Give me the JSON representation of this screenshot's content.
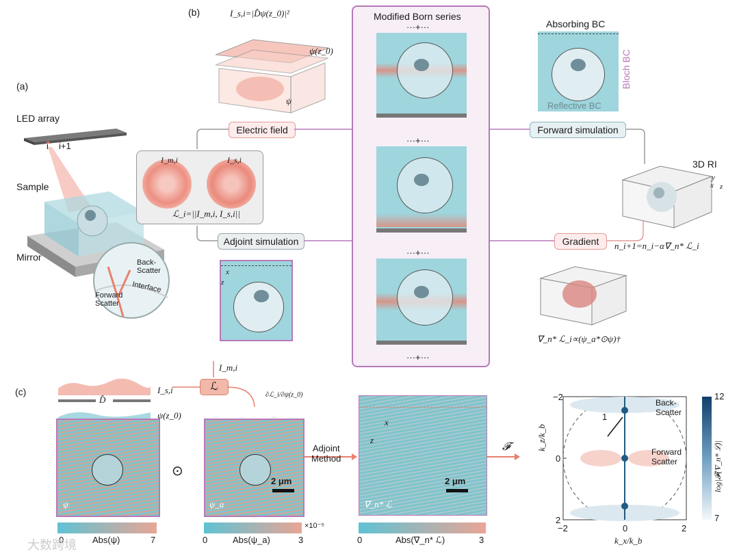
{
  "panel_labels": {
    "a": "(a)",
    "b": "(b)",
    "c": "(c)"
  },
  "panel_a": {
    "led_array": "LED array",
    "led_i": "i",
    "led_i1": "i+1",
    "sample": "Sample",
    "mirror": "Mirror",
    "back_scatter": "Back-\nScatter",
    "interface": "Interface",
    "forward_scatter": "Forward\nScatter"
  },
  "panel_b": {
    "intensity_eq": "I_s,i=|D̂ψ(z_0)|²",
    "psi_z0": "ψ(z_0)",
    "psi": "ψ",
    "electric_field": "Electric field",
    "I_m": "I_m,i",
    "I_s": "I_s,i",
    "loss_eq": "ℒ_i=||I_m,i, I_s,i||",
    "adjoint_simulation": "Adjoint simulation",
    "born_title": "Modified Born series",
    "dots": "···+···",
    "absorbing_bc": "Absorbing BC",
    "bloch_bc": "Bloch BC",
    "reflective_bc": "Reflective BC",
    "forward_simulation": "Forward simulation",
    "ri_3d": "3D RI",
    "gradient": "Gradient",
    "update_eq": "n_i+1=n_i−α∇_n* ℒ_i",
    "grad_eq": "∇_n* ℒ_i∝(ψ_a*⊙ψ)†",
    "axes_x": "x",
    "axes_z": "z",
    "axes_y": "y"
  },
  "panel_c": {
    "I_m": "I_m,i",
    "I_s": "I_s,i",
    "D_hat": "D̂",
    "psi_z0": "ψ(z_0)",
    "L": "ℒ",
    "dL_dpsi": "∂ℒ_i/∂ψ(z_0)",
    "odot": "⊙",
    "adjoint_method": "Adjoint\nMethod",
    "fourier": "𝓕",
    "axis_x": "x",
    "axis_z": "z",
    "scale1": "2 μm",
    "scale2": "2 μm",
    "psi_label": "ψ",
    "psi_a_label": "ψ_a",
    "grad_label": "∇_n* ℒ",
    "cbar1": {
      "min": "0",
      "label": "Abs(ψ)",
      "max": "7"
    },
    "cbar2": {
      "min": "0",
      "label": "Abs(ψ_a)",
      "max": "3",
      "scale": "×10⁻⁵"
    },
    "cbar3": {
      "min": "0",
      "label": "Abs(∇_n* ℒ)",
      "max": "3"
    },
    "k_plot": {
      "xlabel": "k_x/k_b",
      "ylabel": "k_z/k_b",
      "xticks": [
        "−2",
        "0",
        "2"
      ],
      "yticks": [
        "−2",
        "0",
        "2"
      ],
      "back_scatter": "Back-\nScatter",
      "forward_scatter": "Forward\nScatter",
      "radius_label": "1",
      "cbar_label": "log|𝓕(∇_n* ℒ)|",
      "cbar_max": "12",
      "cbar_min": "7"
    }
  },
  "watermark": "大数跨境",
  "colors": {
    "accent_purple": "#b679b8",
    "cell_blue": "#9fd5dd",
    "beam_red": "#e9806e",
    "pill_red": "#e59a96"
  }
}
